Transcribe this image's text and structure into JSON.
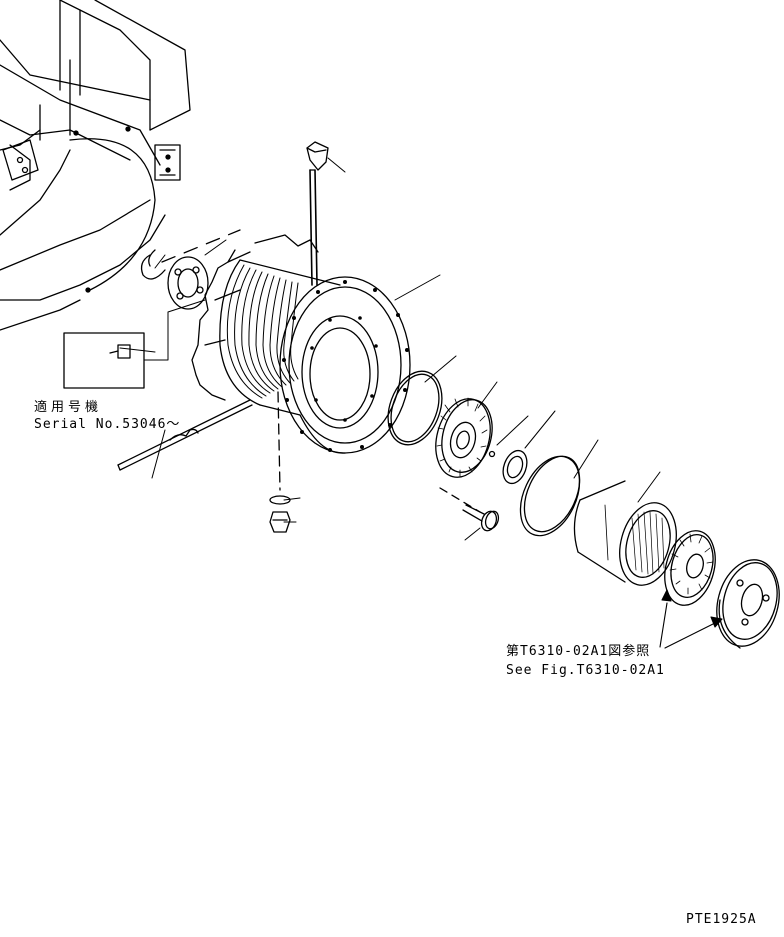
{
  "labels": {
    "serial_jp": "適用号機",
    "serial_en": "Serial No.53046〜",
    "ref_jp": "第T6310-02A1図参照",
    "ref_en": "See Fig.T6310-02A1",
    "drawing_id": "PTE1925A"
  }
}
